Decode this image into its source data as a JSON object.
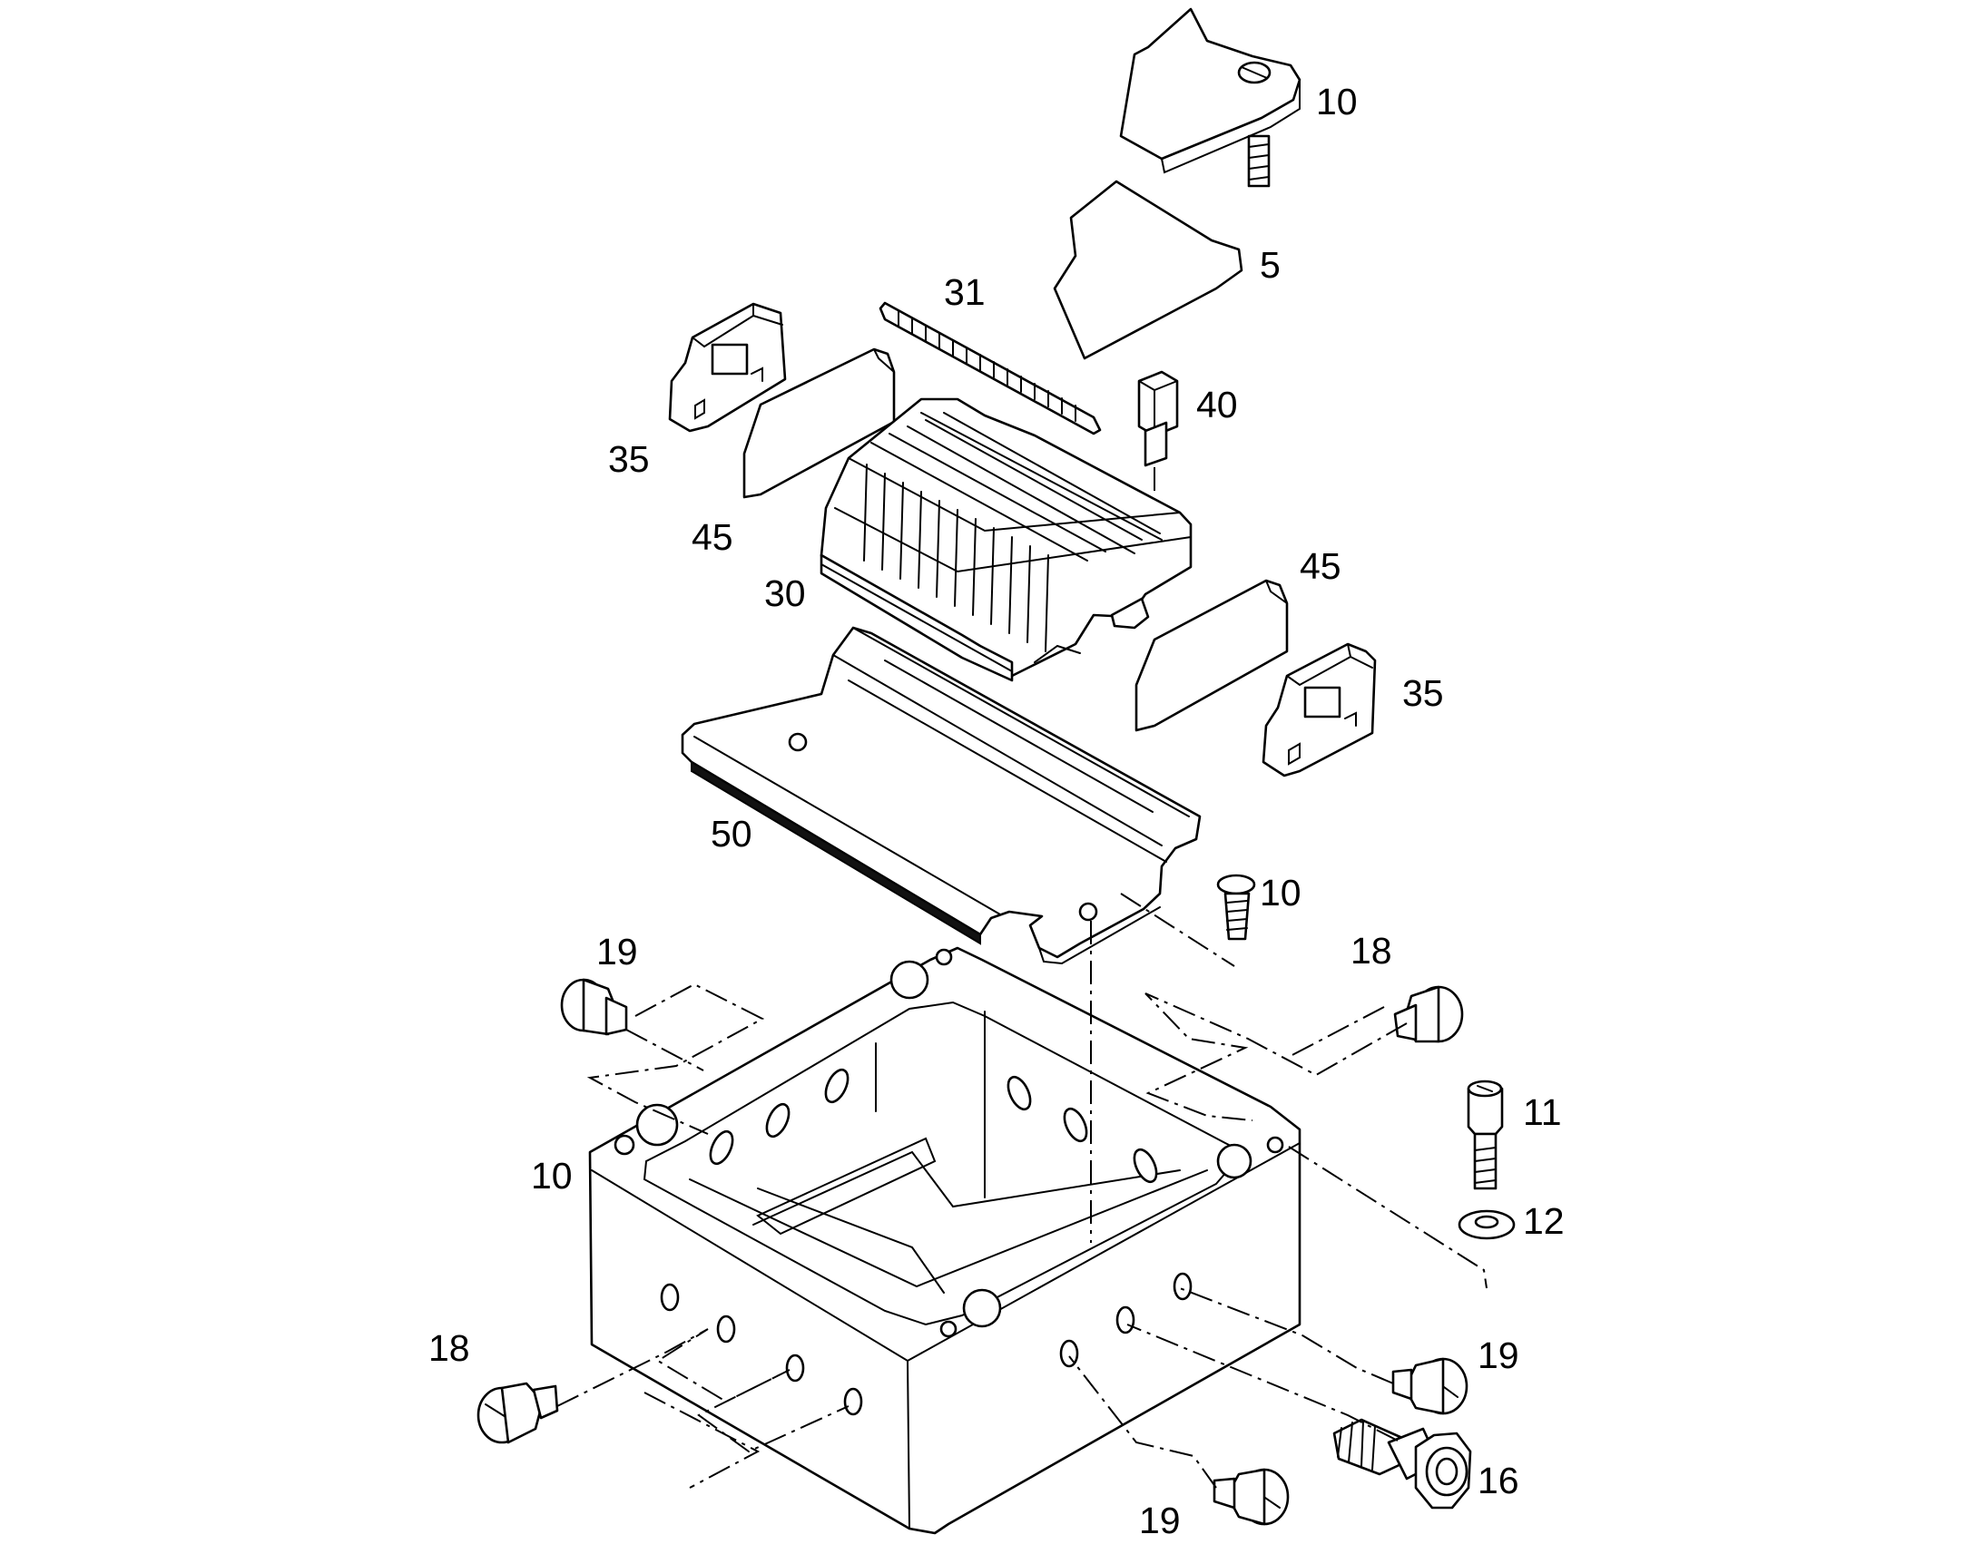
{
  "callouts": {
    "c10_lid": "10",
    "c5_gasket": "5",
    "c31_marker_strip": "31",
    "c40_jumper": "40",
    "c35_endclamp_left": "35",
    "c45_endplate_left": "45",
    "c30_terminal_block": "30",
    "c45_endplate_right": "45",
    "c35_endclamp_right": "35",
    "c50_din_rail": "50",
    "c10_rail_screw": "10",
    "c19_plug_upper_left": "19",
    "c18_plug_upper_right": "18",
    "c11_cap_screw": "11",
    "c12_washer": "12",
    "c10_housing": "10",
    "c18_plug_lower_left": "18",
    "c19_plug_lower_right": "19",
    "c16_cable_gland": "16",
    "c19_plug_bottom": "19"
  },
  "colors": {
    "line": "#000000",
    "background": "#ffffff"
  }
}
